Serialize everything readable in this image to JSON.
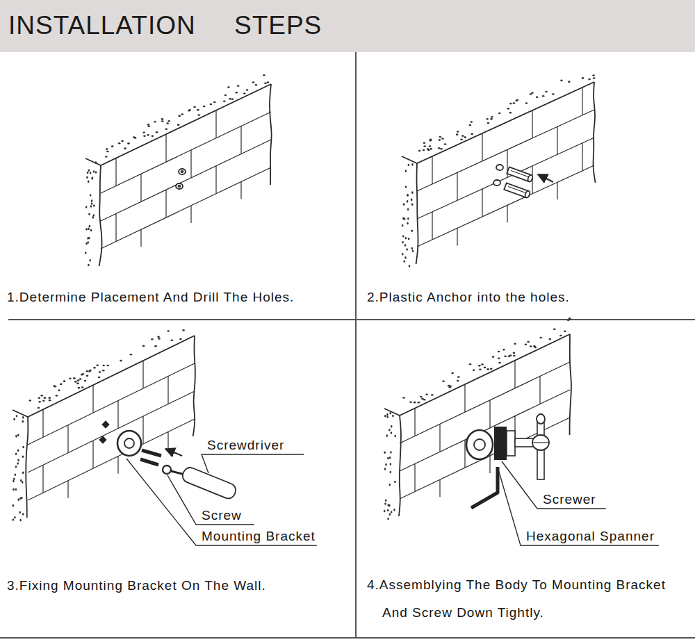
{
  "diagram": {
    "title": "INSTALLATION STEPS",
    "nodes": [
      {
        "text": [
          "1.Determine Placement And Drill The Holes."
        ]
      },
      {
        "text": [
          "2.Plastic Anchor into the holes."
        ]
      },
      {
        "text": [
          "3.Fixing Mounting Bracket On The Wall."
        ]
      },
      {
        "text": [
          "4.Assemblying The Body To Mounting Bracket And Screw Down Tightly."
        ]
      }
    ],
    "labels": [
      "Screwdriver",
      "Screw",
      "Mounting Bracket",
      "Screwer",
      "Hexagonal Spanner"
    ]
  }
}
